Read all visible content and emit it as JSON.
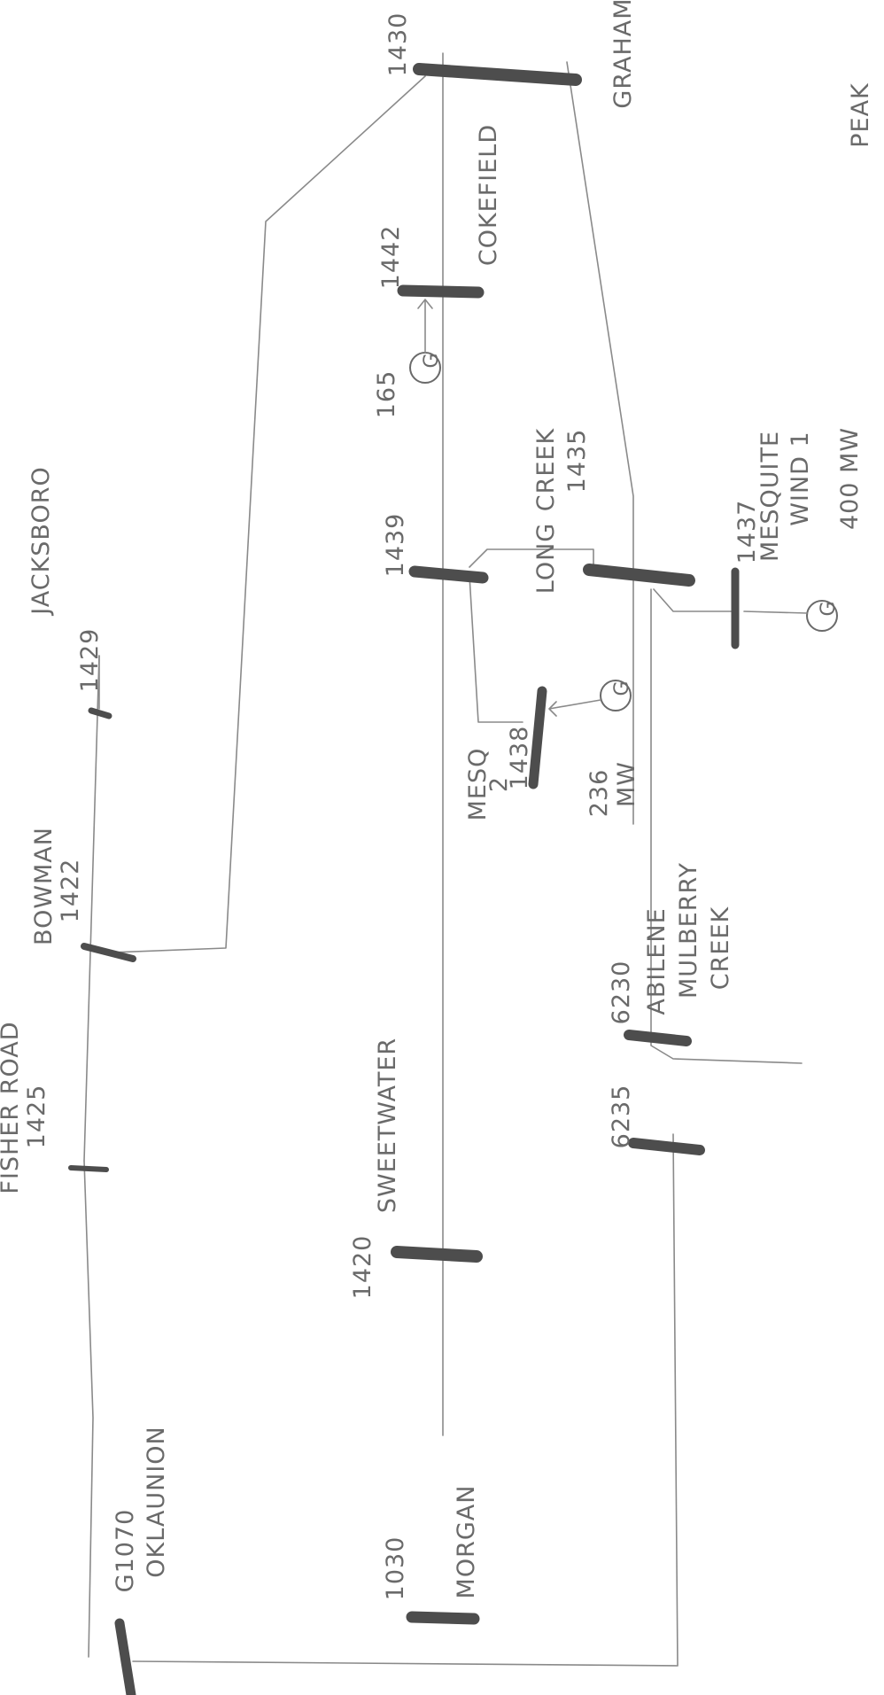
{
  "corner_note": "PEAK",
  "buses": [
    {
      "id": "graham",
      "number": "1430",
      "name": "GRAHAM"
    },
    {
      "id": "cokefield",
      "number": "1442",
      "name": "COKEFIELD"
    },
    {
      "id": "bus1439",
      "number": "1439",
      "name": ""
    },
    {
      "id": "long-creek",
      "number": "1435",
      "name": "LONG CREEK"
    },
    {
      "id": "mesquite-wind",
      "number": "1437",
      "name": "MESQUITE WIND 1"
    },
    {
      "id": "meso2",
      "number": "1438",
      "name": "MESQ 2"
    },
    {
      "id": "jacksboro",
      "number": "1429",
      "name": "JACKSBORO"
    },
    {
      "id": "bowman",
      "number": "1422",
      "name": "BOWMAN"
    },
    {
      "id": "fisher-road",
      "number": "1425",
      "name": "FISHER ROAD"
    },
    {
      "id": "sweetwater",
      "number": "1420",
      "name": "SWEETWATER"
    },
    {
      "id": "morgan",
      "number": "1030",
      "name": "MORGAN"
    },
    {
      "id": "g1070",
      "number": "G1070",
      "name": "OKLAUNION"
    },
    {
      "id": "bus6235",
      "number": "6235",
      "name": ""
    },
    {
      "id": "abilene",
      "number": "6230",
      "name": "ABILENE MULBERRY CREEK"
    }
  ],
  "generators": [
    {
      "id": "gen-cokefield",
      "symbol": "G",
      "rating": "165"
    },
    {
      "id": "gen-meso2",
      "symbol": "G",
      "rating": "236 MW"
    },
    {
      "id": "gen-mesquite",
      "symbol": "G",
      "rating": "400 MW"
    }
  ],
  "labels": {
    "peak": "PEAK",
    "n1430": "1430",
    "graham": "GRAHAM",
    "n1442": "1442",
    "cokefield": "COKEFIELD",
    "r165": "165",
    "n1439": "1439",
    "long": "LONG",
    "creek": "CREEK",
    "n1435": "1435",
    "n1437": "1437",
    "mesquite": "MESQUITE",
    "wind1": "WIND 1",
    "mw400": "400 MW",
    "mesq": "MESQ",
    "two": "2",
    "n1438": "1438",
    "r236": "236",
    "mw": "MW",
    "jacksboro": "JACKSBORO",
    "n1429": "1429",
    "bowman": "BOWMAN",
    "n1422": "1422",
    "fisher_road": "FISHER ROAD",
    "n1425": "1425",
    "n1420": "1420",
    "sweetwater": "SWEETWATER",
    "n1030": "1030",
    "morgan": "MORGAN",
    "g1070": "G1070",
    "oklaunion": "OKLAUNION",
    "n6235": "6235",
    "n6230": "6230",
    "abilene": "ABILENE",
    "mulberry": "MULBERRY",
    "creek2": "CREEK",
    "g": "G"
  },
  "colors": {
    "ink": "#6a6a6a",
    "bus": "#4d4d4d",
    "line": "#8a8a8a"
  }
}
